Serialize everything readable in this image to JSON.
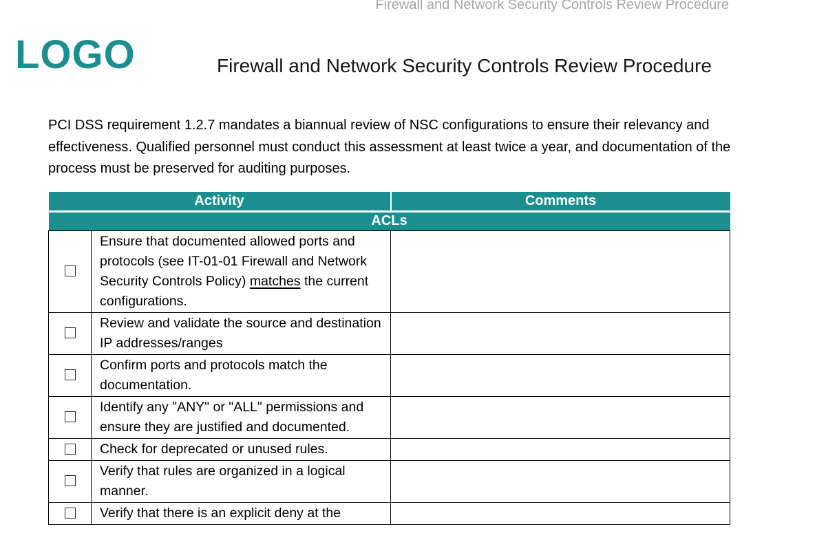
{
  "colors": {
    "accent_teal": "#1b8f8f",
    "running_header_gray": "#a6a6a6",
    "table_border": "#000000"
  },
  "running_header": "Firewall and Network Security Controls Review Procedure",
  "logo_text": "LOGO",
  "title": "Firewall and Network Security Controls Review Procedure",
  "intro": "PCI DSS requirement 1.2.7 mandates a biannual review of NSC configurations to ensure their relevancy and effectiveness. Qualified personnel must conduct this assessment at least twice a year, and documentation of the process must be preserved for auditing purposes.",
  "table": {
    "activity_header": "Activity",
    "comments_header": "Comments",
    "section_header": "ACLs",
    "rows": [
      {
        "segments": [
          {
            "t": "Ensure that documented allowed ports and protocols (see IT-01-01 Firewall and Network Security Controls Policy) "
          },
          {
            "t": "matches",
            "u": true
          },
          {
            "t": " the current configurations."
          }
        ],
        "comments": ""
      },
      {
        "segments": [
          {
            "t": "Review and validate the source and destination IP addresses/ranges"
          }
        ],
        "comments": ""
      },
      {
        "segments": [
          {
            "t": "Confirm ports and protocols match the documentation."
          }
        ],
        "comments": ""
      },
      {
        "segments": [
          {
            "t": "Identify any \"ANY\" or \"ALL\" permissions and ensure they are justified and documented."
          }
        ],
        "comments": ""
      },
      {
        "segments": [
          {
            "t": "Check for deprecated or unused rules."
          }
        ],
        "comments": ""
      },
      {
        "segments": [
          {
            "t": "Verify that rules are organized in a logical manner."
          }
        ],
        "comments": ""
      },
      {
        "segments": [
          {
            "t": "Verify that there is an explicit deny at the"
          }
        ],
        "comments": ""
      }
    ]
  }
}
